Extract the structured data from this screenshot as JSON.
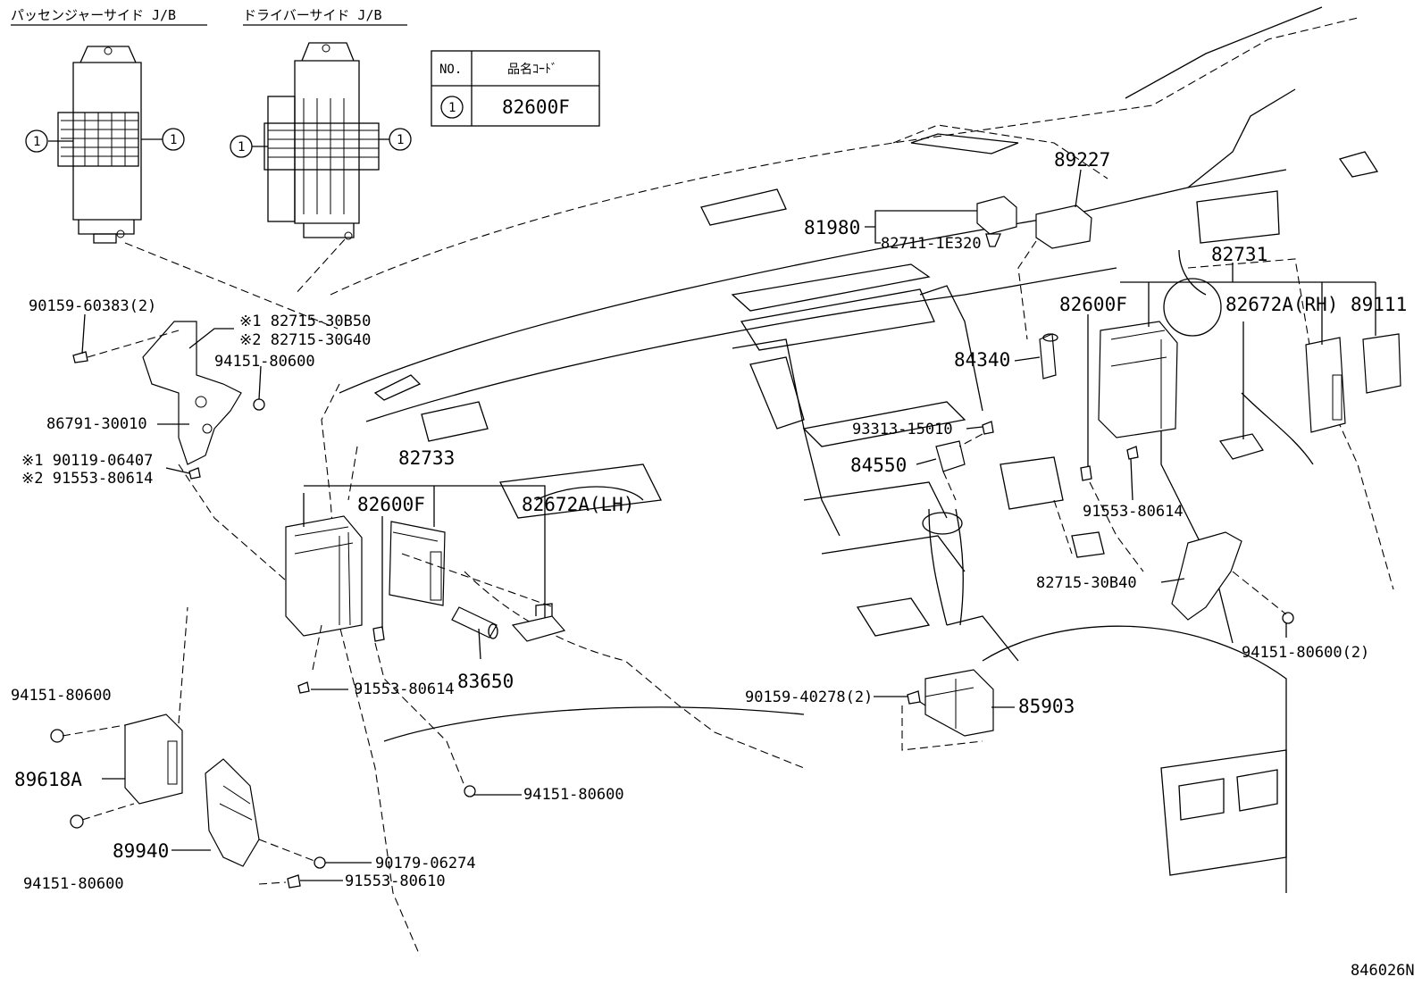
{
  "headers": {
    "passenger_jb": "パッセンジャーサイド J/B",
    "driver_jb": "ドライバーサイド J/B"
  },
  "table": {
    "col_no": "NO.",
    "col_code": "品名ｺｰﾄﾞ",
    "row_no": "1",
    "row_code": "82600F"
  },
  "callout": "1",
  "labels": {
    "p90159_60383": "90159-60383(2)",
    "p82715_30b50": "※1 82715-30B50",
    "p82715_30g40": "※2 82715-30G40",
    "p94151_80600_a": "94151-80600",
    "p86791_30010": "86791-30010",
    "p90119_06407": "※1 90119-06407",
    "p91553_80614_a": "※2 91553-80614",
    "p82733": "82733",
    "p82600f_lh": "82600F",
    "p82672a_lh": "82672A(LH)",
    "p83650": "83650",
    "p91553_80614_b": "91553-80614",
    "p94151_80600_b": "94151-80600",
    "p89618a": "89618A",
    "p89940": "89940",
    "p94151_80600_c": "94151-80600",
    "p94151_80600_d": "94151-80600",
    "p90179_06274": "90179-06274",
    "p91553_80610": "91553-80610",
    "p81980": "81980",
    "p82711_1e320": "82711-1E320",
    "p89227": "89227",
    "p82731": "82731",
    "p82600f_rh": "82600F",
    "p82672a_rh": "82672A(RH)",
    "p89111": "89111",
    "p84340": "84340",
    "p93313_15010": "93313-15010",
    "p84550": "84550",
    "p91553_80614_c": "91553-80614",
    "p82715_30b40": "82715-30B40",
    "p94151_80600_e": "94151-80600(2)",
    "p90159_40278": "90159-40278(2)",
    "p85903": "85903",
    "diagram_id": "846026N"
  }
}
